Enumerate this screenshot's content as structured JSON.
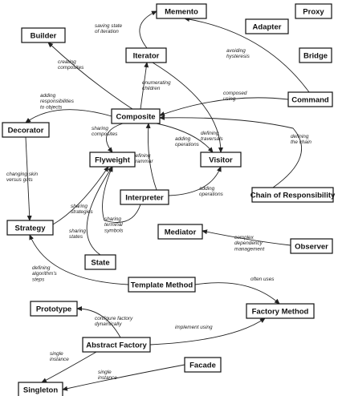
{
  "nodes": [
    {
      "id": "memento",
      "label": "Memento"
    },
    {
      "id": "proxy",
      "label": "Proxy"
    },
    {
      "id": "adapter",
      "label": "Adapter"
    },
    {
      "id": "builder",
      "label": "Builder"
    },
    {
      "id": "iterator",
      "label": "Iterator"
    },
    {
      "id": "bridge",
      "label": "Bridge"
    },
    {
      "id": "command",
      "label": "Command"
    },
    {
      "id": "composite",
      "label": "Composite"
    },
    {
      "id": "decorator",
      "label": "Decorator"
    },
    {
      "id": "flyweight",
      "label": "Flyweight"
    },
    {
      "id": "visitor",
      "label": "Visitor"
    },
    {
      "id": "interpreter",
      "label": "Interpreter"
    },
    {
      "id": "chain",
      "label": "Chain of Responsibility"
    },
    {
      "id": "strategy",
      "label": "Strategy"
    },
    {
      "id": "mediator",
      "label": "Mediator"
    },
    {
      "id": "observer",
      "label": "Observer"
    },
    {
      "id": "state",
      "label": "State"
    },
    {
      "id": "template",
      "label": "Template Method"
    },
    {
      "id": "prototype",
      "label": "Prototype"
    },
    {
      "id": "factory_method",
      "label": "Factory Method"
    },
    {
      "id": "abstract_factory",
      "label": "Abstract Factory"
    },
    {
      "id": "facade",
      "label": "Facade"
    },
    {
      "id": "singleton",
      "label": "Singleton"
    }
  ],
  "edges": [
    {
      "id": "iterator-memento",
      "from": "iterator",
      "to": "memento",
      "label": [
        "saving state",
        "of iteration"
      ]
    },
    {
      "id": "command-memento",
      "from": "command",
      "to": "memento",
      "label": [
        "avoiding",
        "hysteresis"
      ]
    },
    {
      "id": "composite-builder",
      "from": "composite",
      "to": "builder",
      "label": [
        "creating",
        "composites"
      ]
    },
    {
      "id": "composite-iterator",
      "from": "composite",
      "to": "iterator",
      "label": [
        "enumerating",
        "children"
      ]
    },
    {
      "id": "command-composite",
      "from": "command",
      "to": "composite",
      "label": [
        "composed",
        "using"
      ]
    },
    {
      "id": "decorator-composite",
      "from": "decorator",
      "to": "composite",
      "label": [
        "adding",
        "responsibilities",
        "to objects"
      ]
    },
    {
      "id": "composite-flyweight",
      "from": "composite",
      "to": "flyweight",
      "label": [
        "sharing",
        "composites"
      ]
    },
    {
      "id": "composite-visitor",
      "from": "composite",
      "to": "visitor",
      "label": [
        "adding",
        "operations"
      ]
    },
    {
      "id": "iterator-visitor",
      "from": "iterator",
      "to": "visitor",
      "label": [
        "defining",
        "traversals"
      ]
    },
    {
      "id": "chain-composite",
      "from": "chain",
      "to": "composite",
      "label": [
        "defining",
        "the chain"
      ]
    },
    {
      "id": "interpreter-composite",
      "from": "interpreter",
      "to": "composite",
      "label": [
        "defining",
        "grammar"
      ]
    },
    {
      "id": "interpreter-visitor",
      "from": "interpreter",
      "to": "visitor",
      "label": [
        "adding",
        "operations"
      ]
    },
    {
      "id": "interpreter-flyweight",
      "from": "interpreter",
      "to": "flyweight",
      "label": [
        "sharing",
        "terminal",
        "symbols"
      ]
    },
    {
      "id": "decorator-strategy",
      "from": "decorator",
      "to": "strategy",
      "label": [
        "changing skin",
        "versus guts"
      ]
    },
    {
      "id": "strategy-flyweight",
      "from": "strategy",
      "to": "flyweight",
      "label": [
        "sharing",
        "strategies"
      ]
    },
    {
      "id": "state-flyweight",
      "from": "state",
      "to": "flyweight",
      "label": [
        "sharing",
        "states"
      ]
    },
    {
      "id": "observer-mediator",
      "from": "observer",
      "to": "mediator",
      "label": [
        "complex",
        "dependency",
        "management"
      ]
    },
    {
      "id": "template-strategy",
      "from": "template",
      "to": "strategy",
      "label": [
        "defining",
        "algorithm's",
        "steps"
      ]
    },
    {
      "id": "template-factory",
      "from": "template",
      "to": "factory_method",
      "label": [
        "often uses"
      ]
    },
    {
      "id": "abstract-prototype",
      "from": "abstract_factory",
      "to": "prototype",
      "label": [
        "configure factory",
        "dynamically"
      ]
    },
    {
      "id": "abstract-factory-method",
      "from": "abstract_factory",
      "to": "factory_method",
      "label": [
        "implement using"
      ]
    },
    {
      "id": "abstract-singleton",
      "from": "abstract_factory",
      "to": "singleton",
      "label": [
        "single",
        "instance"
      ]
    },
    {
      "id": "facade-singleton",
      "from": "facade",
      "to": "singleton",
      "label": [
        "single",
        "instance"
      ]
    }
  ]
}
